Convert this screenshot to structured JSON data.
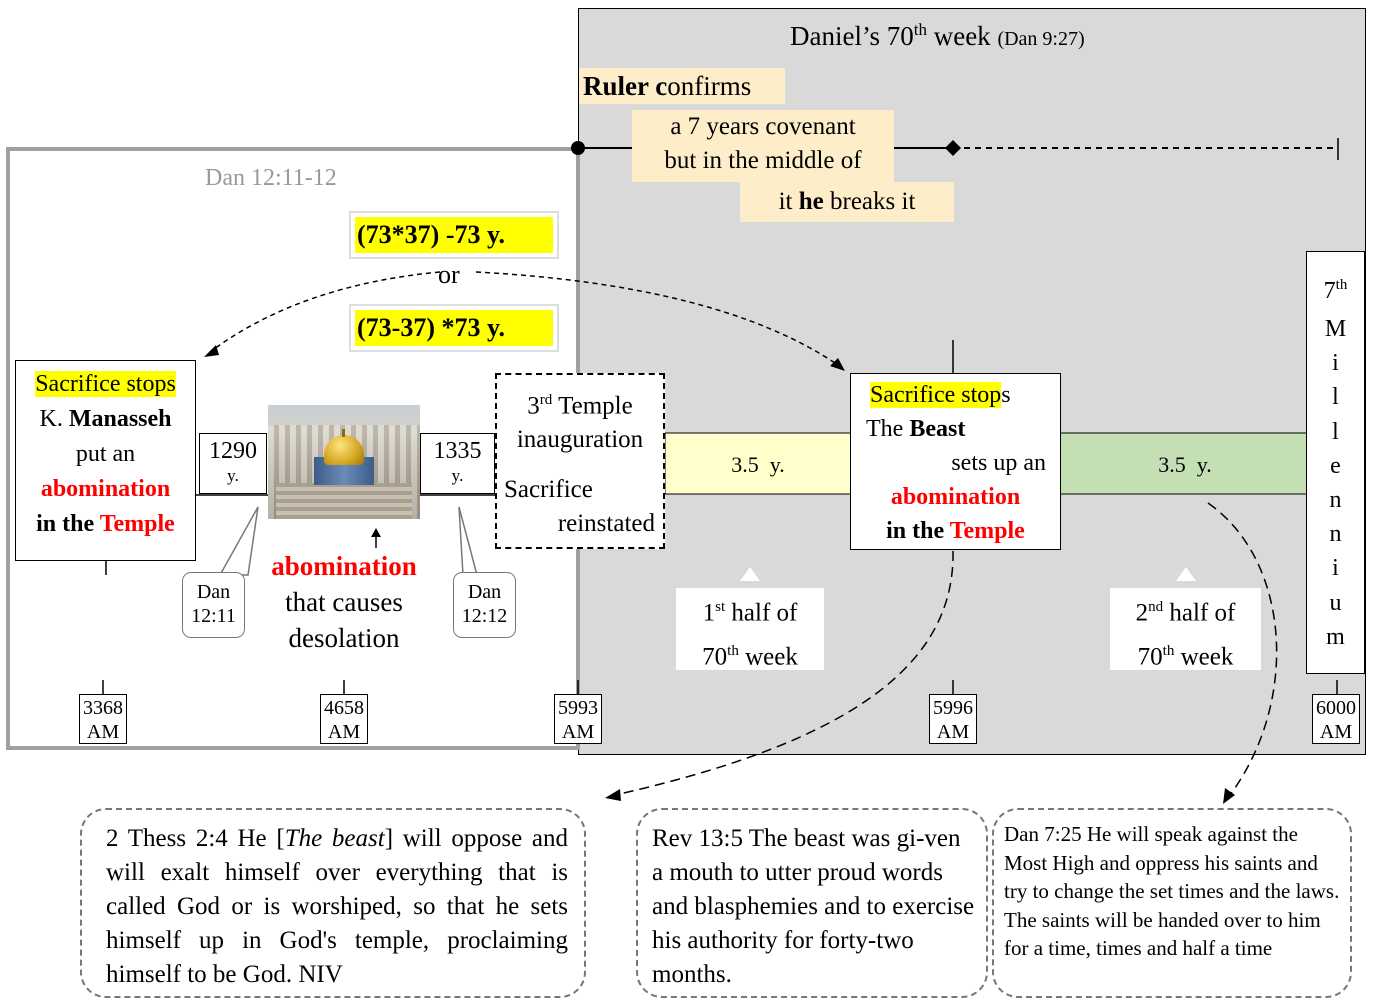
{
  "grey_panel": {
    "title_main": "Daniel’s 70",
    "title_sup": "th",
    "title_after": " week ",
    "title_ref": "(Dan 9:27)"
  },
  "left_panel": {
    "title": "Dan 12:11-12"
  },
  "covenant": {
    "ruler_bold": "Ruler c",
    "ruler_rest": "onfirms",
    "line2": "a 7 years covenant",
    "line3": "but in the middle of",
    "line4_a": "it ",
    "line4_he": "he",
    "line4_b": " breaks it"
  },
  "formulas": {
    "first": "(73*37) -73  y.",
    "or": "or",
    "second": "(73-37) *73  y."
  },
  "manasseh_box": {
    "highlight": "Sacrifice stops",
    "k": "K. ",
    "name": "Manasseh",
    "put": "put an",
    "abom": "abomination",
    "in_the": "in the ",
    "temple": "Temple"
  },
  "interval_1290": {
    "num": "1290",
    "unit": "y."
  },
  "interval_1335": {
    "num": "1335",
    "unit": "y."
  },
  "callout_1290": {
    "line1": "Dan",
    "line2": "12:11"
  },
  "callout_1335": {
    "line1": "Dan",
    "line2": "12:12"
  },
  "dome_caption": {
    "line1": "abomination",
    "line2": "that causes",
    "line3": "desolation"
  },
  "third_temple": {
    "num": "3",
    "sup": "rd",
    "word": " Temple",
    "line2": "inauguration",
    "line3": "Sacrifice",
    "line4": "reinstated"
  },
  "band_first": {
    "label": "3.5  y."
  },
  "band_second": {
    "label": "3.5  y."
  },
  "beast_box": {
    "highlight": "Sacrifice stop",
    "tail": "s",
    "the": "The ",
    "beast": "Beast",
    "sets": "sets up an",
    "abom": "abomination",
    "in_the": "in the ",
    "temple": "Temple"
  },
  "first_half": {
    "num": "1",
    "sup": "st",
    "rest": " half of",
    "l2_num": "70",
    "l2_sup": "th",
    "l2_rest": " week"
  },
  "second_half": {
    "num": "2",
    "sup": "nd",
    "rest": " half of",
    "l2_num": "70",
    "l2_sup": "th",
    "l2_rest": " week"
  },
  "millennium": {
    "num": "7",
    "sup": "th",
    "letters": [
      "M",
      "i",
      "l",
      "l",
      "e",
      "n",
      "n",
      "i",
      "u",
      "m"
    ]
  },
  "years": [
    {
      "value": "3368",
      "unit": "AM"
    },
    {
      "value": "4658",
      "unit": "AM"
    },
    {
      "value": "5993",
      "unit": "AM"
    },
    {
      "value": "5996",
      "unit": "AM"
    },
    {
      "value": "6000",
      "unit": "AM"
    }
  ],
  "quotes": {
    "thess_a": "2 Thess 2:4 He [",
    "thess_em": "The beast",
    "thess_b": "] will oppose and will exalt himself over everything that is called God or is worshiped, so that he sets himself up in God's temple, proclaiming himself to be God. NIV",
    "rev": "Rev 13:5 The beast was gi-ven a mouth to utter proud words and blasphemies and to exercise his authority for forty-two months.",
    "dan": "Dan 7:25 He will speak against the Most High and oppress his saints and try to change the set times and the laws. The saints will be handed over to him for a time, times and half a time"
  },
  "colors": {
    "panel_grey": "#d9d9d9",
    "highlight_yellow": "#ffff00",
    "cream": "#fdeec9",
    "band_first": "#ffffcc",
    "band_second": "#c4dfb4",
    "red": "#ff0000"
  },
  "icons": {
    "dome_photo": "dome-of-the-rock-photo"
  }
}
